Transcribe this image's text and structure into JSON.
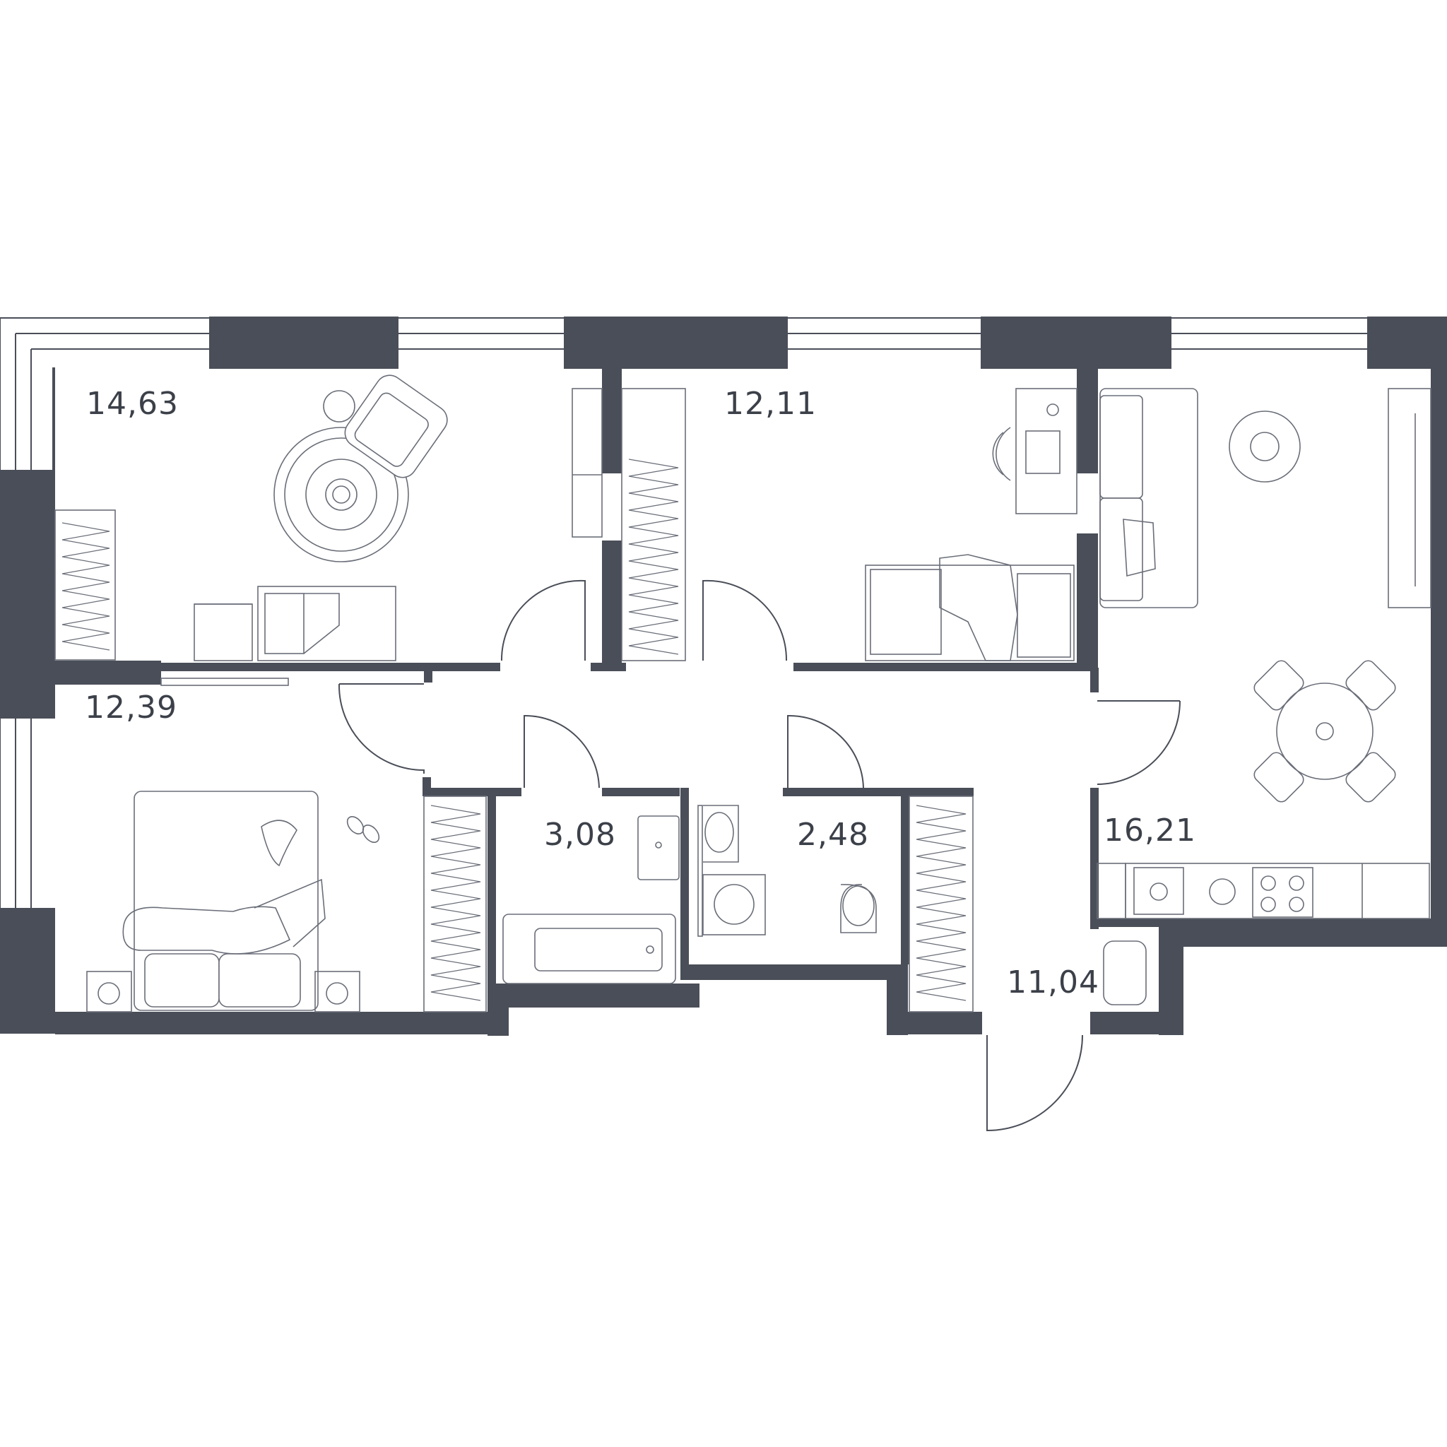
{
  "plan": {
    "rooms": [
      {
        "id": "bedroom-top-left",
        "area": "14,63"
      },
      {
        "id": "bedroom-top-middle",
        "area": "12,11"
      },
      {
        "id": "bedroom-bottom-left",
        "area": "12,39"
      },
      {
        "id": "bathroom",
        "area": "3,08"
      },
      {
        "id": "toilet-laundry",
        "area": "2,48"
      },
      {
        "id": "kitchen-living",
        "area": "16,21"
      },
      {
        "id": "hallway",
        "area": "11,04"
      }
    ]
  },
  "colors": {
    "wall": "#4a4e58",
    "line": "#6a6e78",
    "text": "#3c4049",
    "background": "#ffffff"
  }
}
